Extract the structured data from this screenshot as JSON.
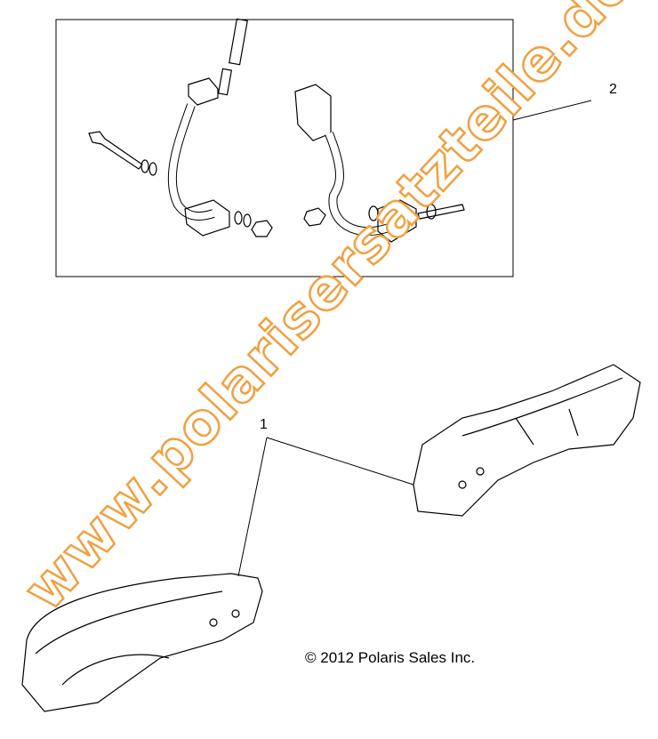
{
  "callouts": {
    "part1": "1",
    "part2": "2"
  },
  "copyright": "© 2012 Polaris Sales Inc.",
  "watermark": "www.polarisersatzteile.de",
  "colors": {
    "line": "#000000",
    "watermark": "#f0a040"
  }
}
